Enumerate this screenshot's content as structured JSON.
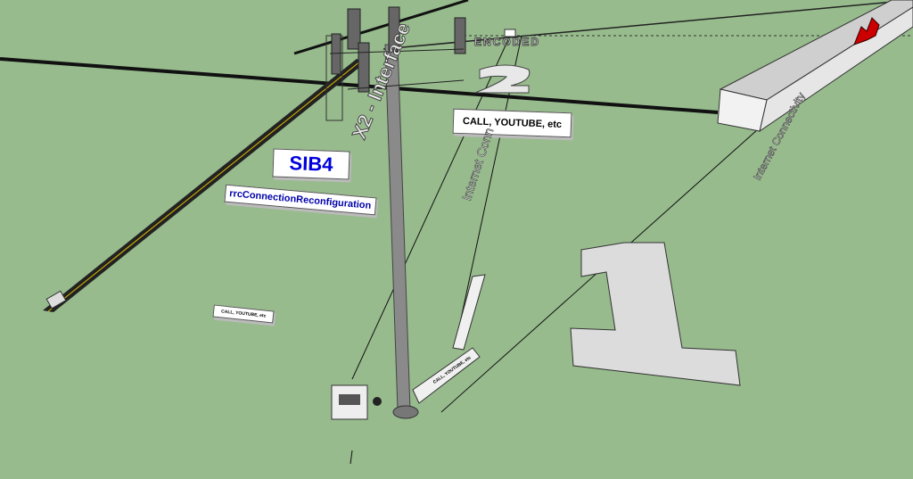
{
  "labels": {
    "sib4": "SIB4",
    "rrc": "rrcConnectionReconfiguration",
    "call_top": "CALL, YOUTUBE, etc",
    "call_small": "CALL, YOUTUBE, etc",
    "call_base": "CALL, YOUTUBE, etc",
    "encoded": "ENCODED",
    "digit_two": "2",
    "digit_one": "1",
    "x2_interface": "X2 - Interface",
    "internet_conn": "Internet Conn",
    "internet_connectivity": "Internet Connectivity"
  },
  "colors": {
    "ground": "#97bb8d",
    "label_text_blue": "#0000dd",
    "block_white": "#f2f2f2",
    "tower_gray": "#8a8a8a",
    "logo_red": "#cc0000"
  }
}
